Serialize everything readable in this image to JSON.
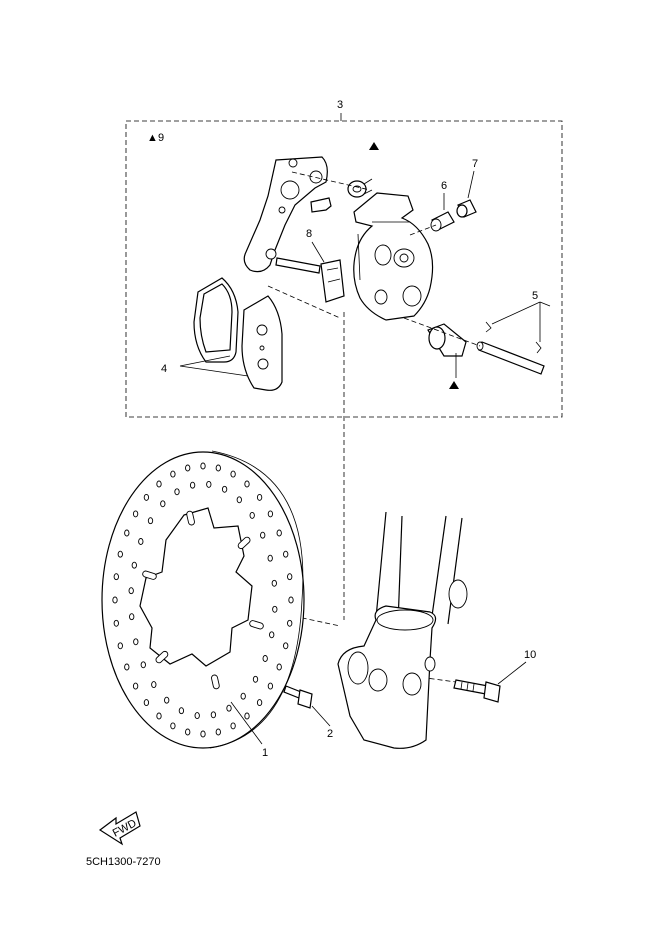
{
  "callouts": {
    "c1": "1",
    "c2": "2",
    "c3": "3",
    "c4": "4",
    "c5": "5",
    "c6": "6",
    "c7": "7",
    "c8": "8",
    "c10": "10",
    "c9_prefix": "▲",
    "c9": "9"
  },
  "fwd_label": "FWD",
  "diagram_code": "5CH1300-7270",
  "icons": {
    "triangle_marker": "triangle-marker-icon",
    "fwd_arrow": "fwd-arrow-icon"
  }
}
